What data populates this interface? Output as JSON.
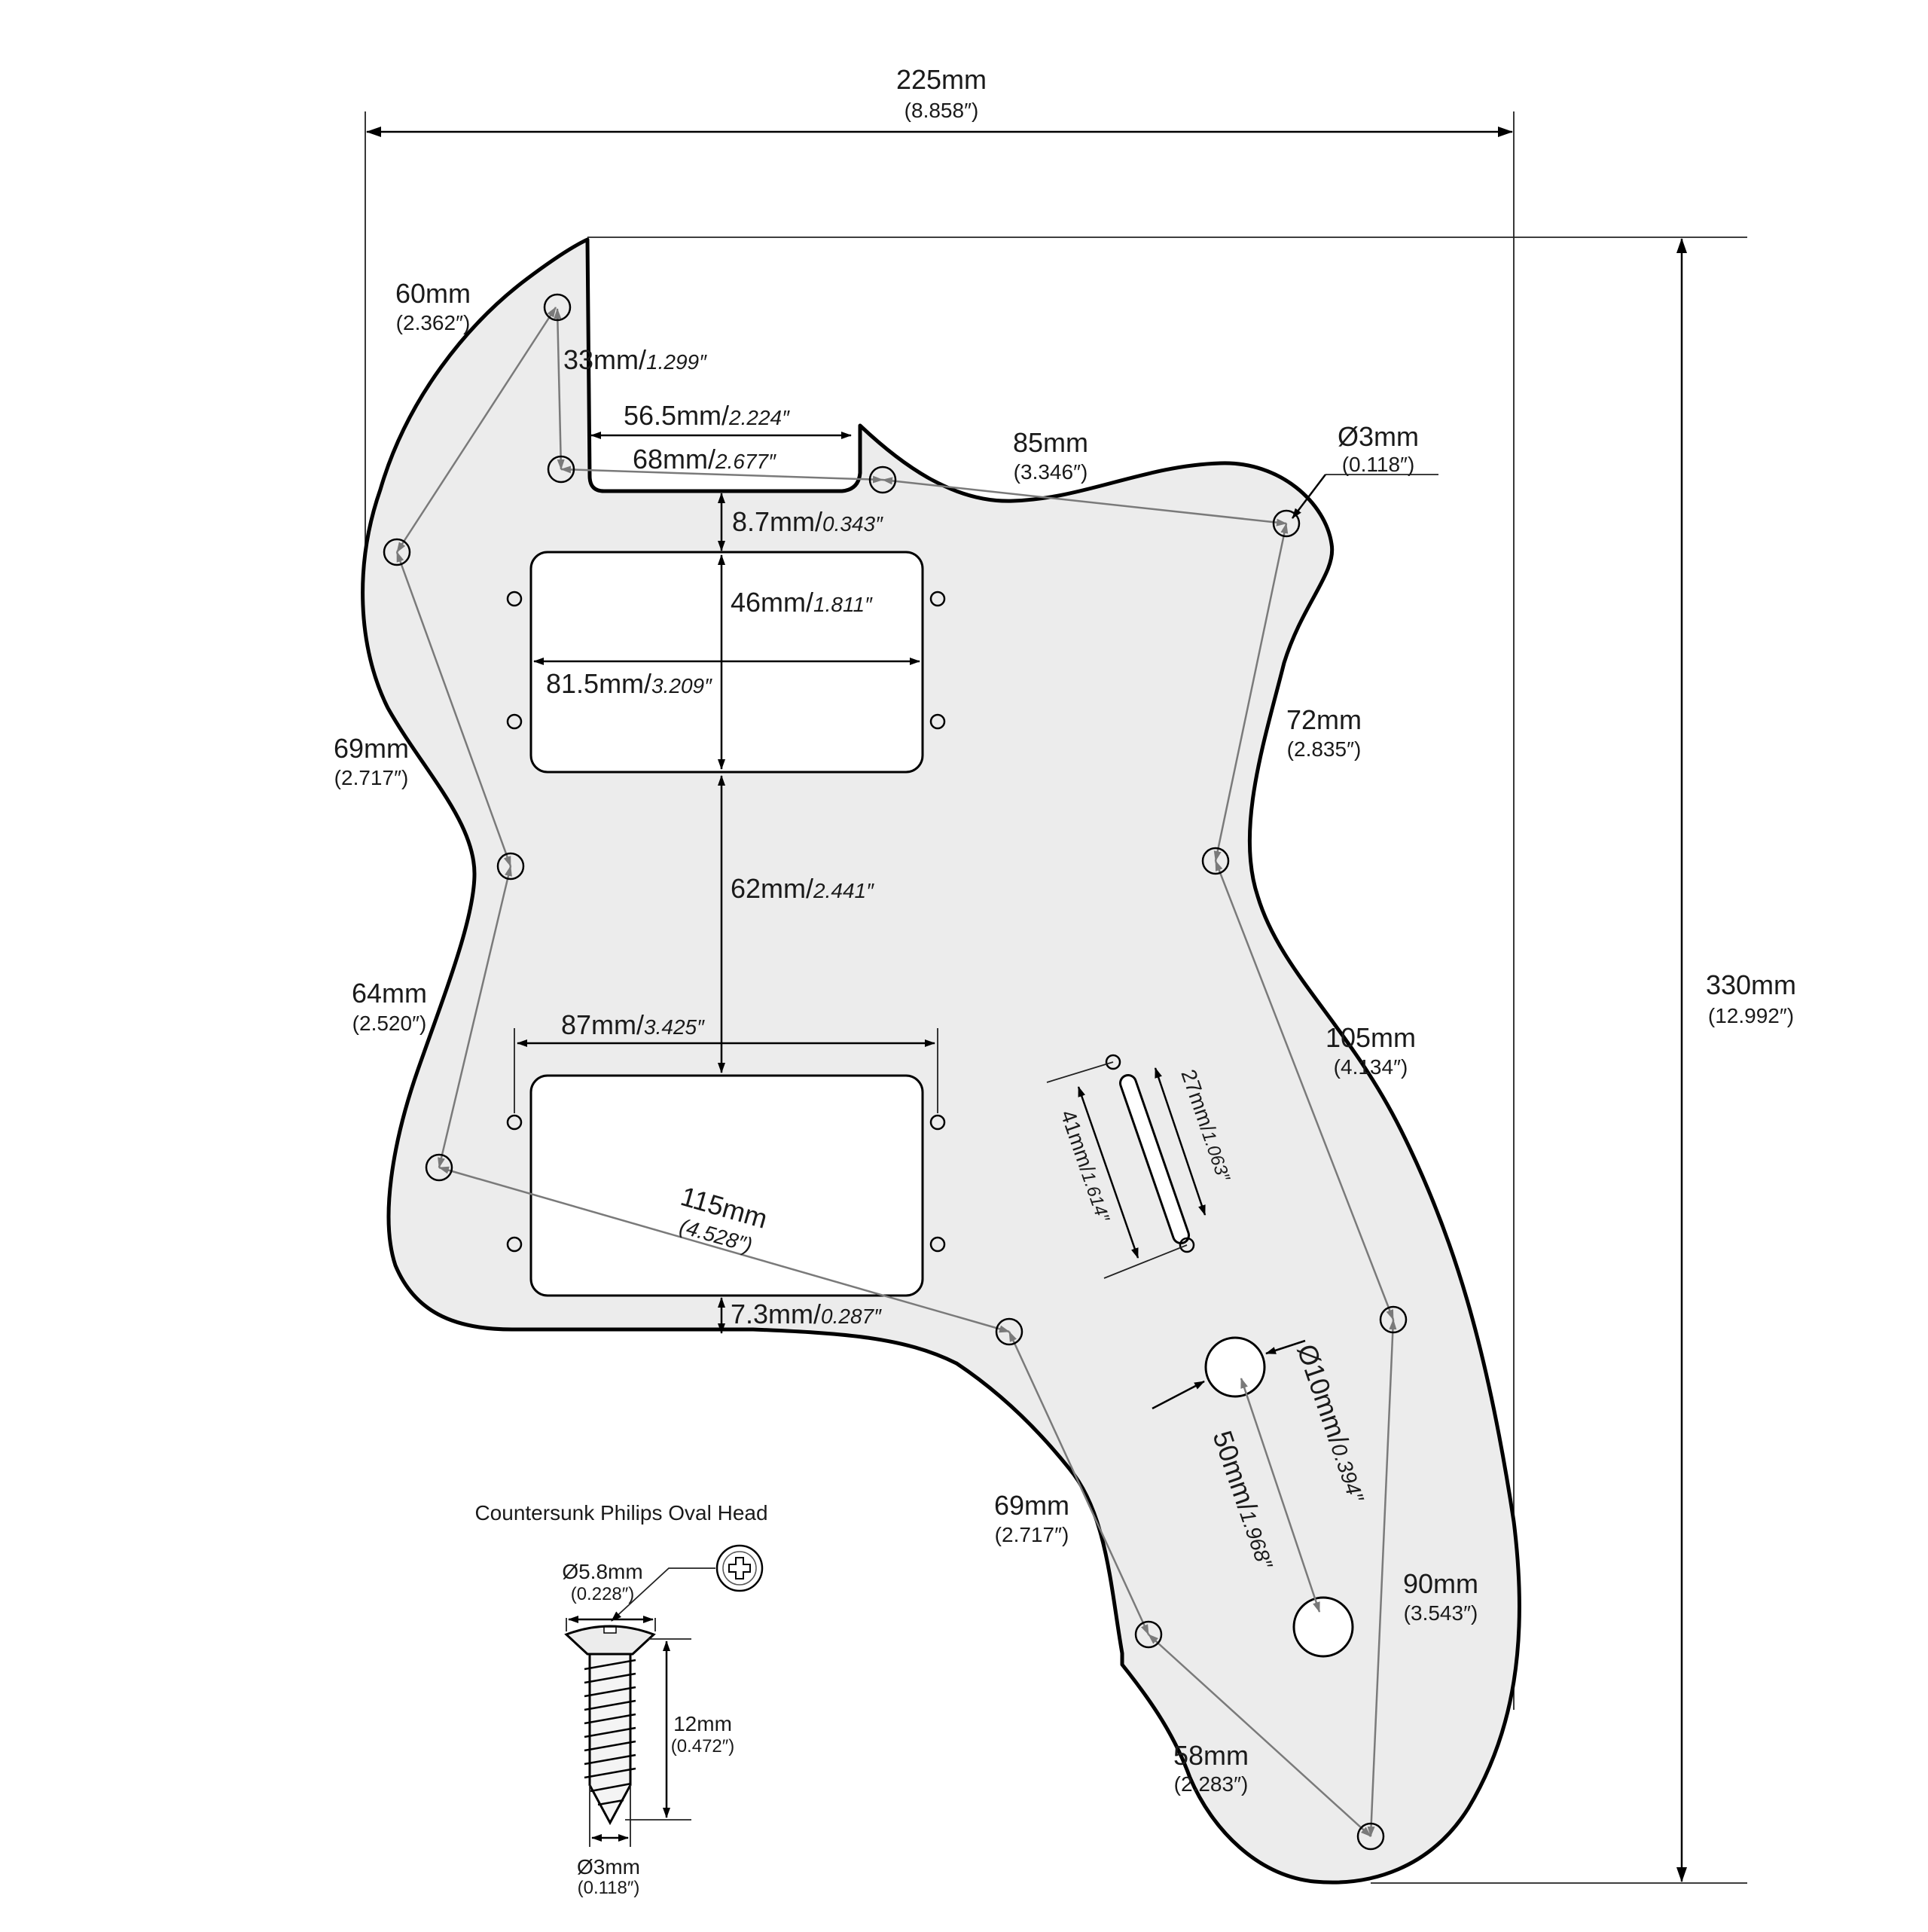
{
  "overall": {
    "width": {
      "mm": "225mm",
      "inch": "(8.858″)"
    },
    "height": {
      "mm": "330mm",
      "inch": "(12.992″)"
    }
  },
  "perimeter": {
    "d60": {
      "mm": "60mm",
      "inch": "(2.362″)"
    },
    "d69_left": {
      "mm": "69mm",
      "inch": "(2.717″)"
    },
    "d64": {
      "mm": "64mm",
      "inch": "(2.520″)"
    },
    "d85": {
      "mm": "85mm",
      "inch": "(3.346″)"
    },
    "d72": {
      "mm": "72mm",
      "inch": "(2.835″)"
    },
    "d105": {
      "mm": "105mm",
      "inch": "(4.134″)"
    },
    "d115": {
      "mm": "115mm",
      "inch": "(4.528″)"
    },
    "d69_lower": {
      "mm": "69mm",
      "inch": "(2.717″)"
    },
    "d90": {
      "mm": "90mm",
      "inch": "(3.543″)"
    },
    "d58": {
      "mm": "58mm",
      "inch": "(2.283″)"
    }
  },
  "neck": {
    "d33": {
      "mm": "33mm/",
      "inch": "1.299″"
    },
    "d56": {
      "mm": "56.5mm/",
      "inch": "2.224″"
    },
    "d68": {
      "mm": "68mm/",
      "inch": "2.677″"
    }
  },
  "hole_spec": {
    "mm": "Ø3mm",
    "inch": "(0.118″)"
  },
  "neck_pickup": {
    "gap": {
      "mm": "8.7mm/",
      "inch": "0.343″"
    },
    "height": {
      "mm": "46mm/",
      "inch": "1.811″"
    },
    "width": {
      "mm": "81.5mm/",
      "inch": "3.209″"
    }
  },
  "spacing": {
    "mm": "62mm/",
    "inch": "2.441″"
  },
  "bridge_pickup": {
    "width": {
      "mm": "87mm/",
      "inch": "3.425″"
    },
    "gap": {
      "mm": "7.3mm/",
      "inch": "0.287″"
    }
  },
  "switch": {
    "outer": {
      "mm": "41mm/",
      "inch": "1.614″"
    },
    "slot": {
      "mm": "27mm/",
      "inch": "1.063″"
    }
  },
  "controls": {
    "diameter": {
      "mm": "Ø10mm/",
      "inch": "0.394″"
    },
    "spacing": {
      "mm": "50mm/",
      "inch": "1.968″"
    }
  },
  "screw": {
    "title": "Countersunk Philips Oval Head",
    "head": {
      "mm": "Ø5.8mm",
      "inch": "(0.228″)"
    },
    "length": {
      "mm": "12mm",
      "inch": "(0.472″)"
    },
    "shank": {
      "mm": "Ø3mm",
      "inch": "(0.118″)"
    }
  }
}
